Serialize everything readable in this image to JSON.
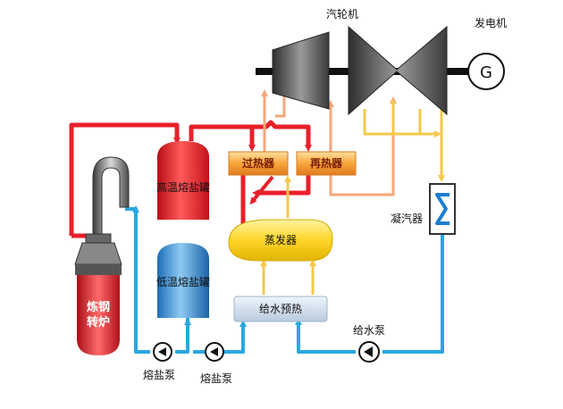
{
  "labels": {
    "turbine": "汽轮机",
    "generator": "发电机",
    "generator_symbol": "G",
    "superheater": "过热器",
    "reheater": "再热器",
    "hot_tank": "高温熔盐罐",
    "cold_tank": "低温熔盐罐",
    "evaporator": "蒸发器",
    "condenser": "凝汽器",
    "preheater": "给水预热",
    "feed_pump": "给水泵",
    "salt_pump_1": "熔盐泵",
    "salt_pump_2": "熔盐泵",
    "converter": "炼钢转炉"
  },
  "colors": {
    "hot_salt": "#e8202a",
    "cold_salt": "#29a8e0",
    "steam_hot": "#f5a77a",
    "steam_cold": "#f5c84a",
    "machine": "#4a4a4a"
  }
}
